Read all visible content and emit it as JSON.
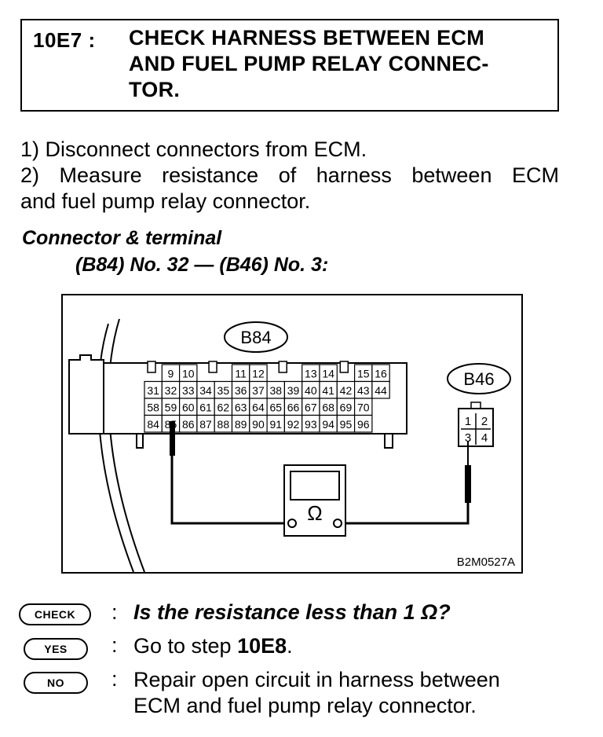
{
  "header": {
    "step_code": "10E7 :",
    "title_line1": "CHECK HARNESS BETWEEN ECM",
    "title_line2": "AND FUEL PUMP RELAY CONNEC-",
    "title_line3": "TOR."
  },
  "instructions": {
    "step1": "1)  Disconnect connectors from ECM.",
    "step2_words": [
      "2)",
      "Measure",
      "resistance",
      "of",
      "harness",
      "between",
      "ECM"
    ],
    "step2_line2": "and fuel pump relay connector."
  },
  "connector_terminal": {
    "heading": "Connector & terminal",
    "spec": "(B84) No. 32 — (B46) No. 3:"
  },
  "diagram": {
    "ecm_connector_label": "B84",
    "relay_connector_label": "B46",
    "figure_code": "B2M0527A",
    "ohm_symbol": "Ω",
    "ecm_top_row": [
      "9",
      "10",
      "11",
      "12",
      "13",
      "14",
      "15",
      "16"
    ],
    "ecm_row2": [
      "31",
      "32",
      "33",
      "34",
      "35",
      "36",
      "37",
      "38",
      "39",
      "40",
      "41",
      "42",
      "43",
      "44"
    ],
    "ecm_row3": [
      "58",
      "59",
      "60",
      "61",
      "62",
      "63",
      "64",
      "65",
      "66",
      "67",
      "68",
      "69",
      "70"
    ],
    "ecm_row4": [
      "84",
      "85",
      "86",
      "87",
      "88",
      "89",
      "90",
      "91",
      "92",
      "93",
      "94",
      "95",
      "96"
    ],
    "relay_pins": [
      "1",
      "2",
      "3",
      "4"
    ]
  },
  "results": {
    "check_label": "CHECK",
    "check_text": "Is the resistance less than 1 Ω?",
    "yes_label": "YES",
    "yes_prefix": "Go to step ",
    "yes_step": "10E8",
    "yes_suffix": ".",
    "no_label": "NO",
    "no_line1": "Repair open circuit in harness between",
    "no_line2": "ECM and fuel pump relay connector.",
    "colon": ":"
  }
}
